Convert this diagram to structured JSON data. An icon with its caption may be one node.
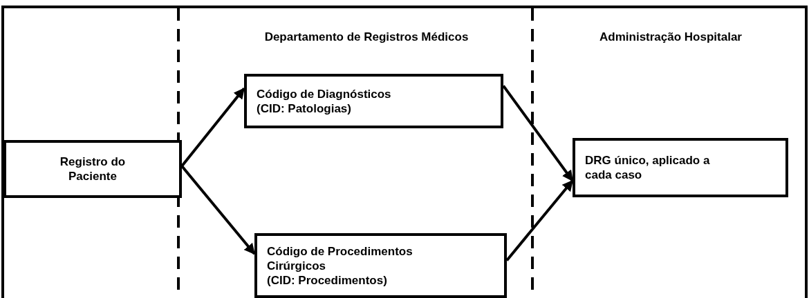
{
  "diagram": {
    "nodes": [
      {
        "text": [
          "Registro do Paciente"
        ]
      },
      {
        "text": [
          "Código de Diagnósticos",
          "(CID: Patologias)"
        ]
      },
      {
        "text": [
          "Código de Procedimentos Cirúrgicos",
          "(CID: Procedimentos)"
        ]
      },
      {
        "text": [
          "DRG único, aplicado a cada caso"
        ]
      }
    ],
    "edges": [
      {
        "from": 0,
        "to": 1,
        "arrow": "to"
      },
      {
        "from": 0,
        "to": 2,
        "arrow": "to"
      },
      {
        "from": 1,
        "to": 3,
        "arrow": "to"
      },
      {
        "from": 2,
        "to": 3,
        "arrow": "to"
      }
    ],
    "labels": [
      "Departamento de Registros Médicos",
      "Administração Hospitalar"
    ]
  }
}
